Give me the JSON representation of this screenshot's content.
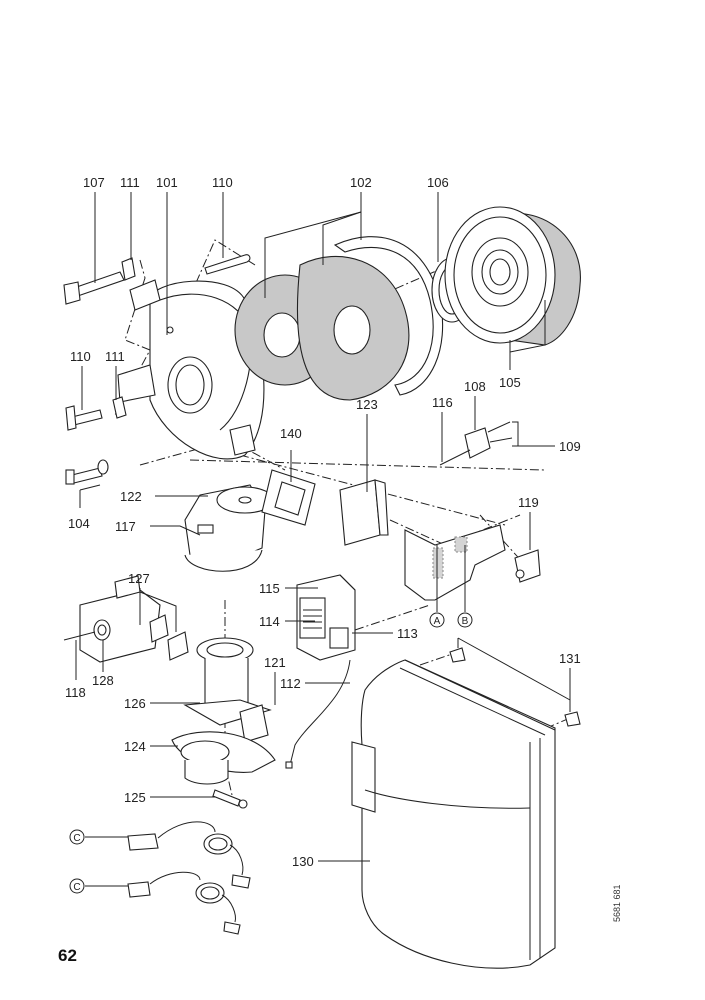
{
  "page": {
    "page_number": "62",
    "document_code": "5681 681"
  },
  "labels": {
    "p107": "107",
    "p111a": "111",
    "p101": "101",
    "p110a": "110",
    "p102": "102",
    "p106": "106",
    "p105": "105",
    "p110b": "110",
    "p111b": "111",
    "p116": "116",
    "p108": "108",
    "p109": "109",
    "p123": "123",
    "p140": "140",
    "p104": "104",
    "p122": "122",
    "p117": "117",
    "p119": "119",
    "p127": "127",
    "p115": "115",
    "p114": "114",
    "p113": "113",
    "p118": "118",
    "p128": "128",
    "p121": "121",
    "p112": "112",
    "p126": "126",
    "p124": "124",
    "p125": "125",
    "p131": "131",
    "p130": "130"
  },
  "callouts": {
    "a": "A",
    "b": "B",
    "c1": "C",
    "c2": "C"
  }
}
